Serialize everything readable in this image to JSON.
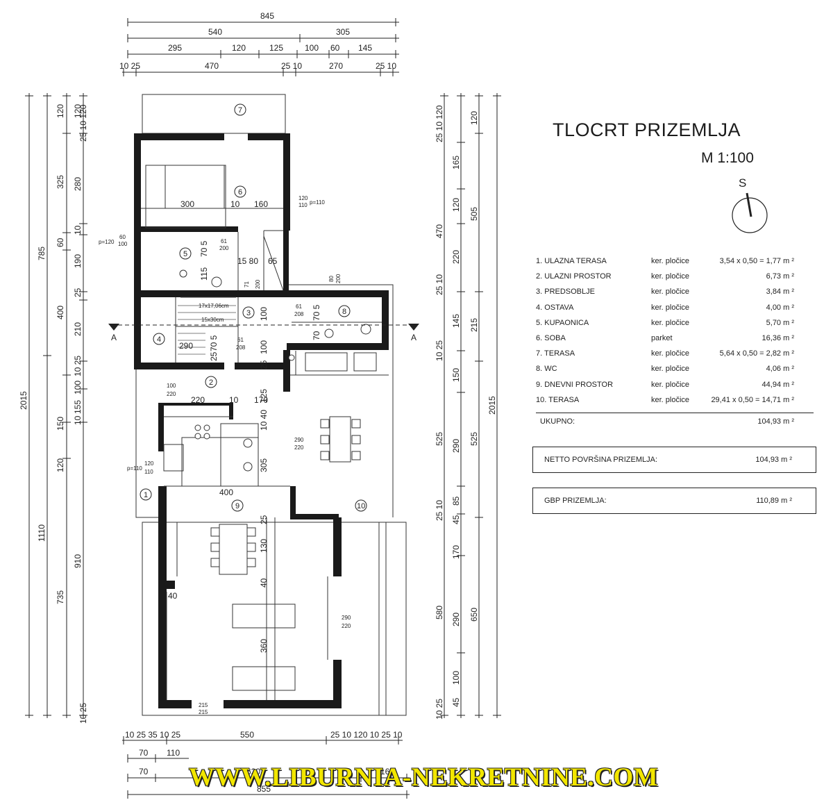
{
  "title": "TLOCRT PRIZEMLJA",
  "scale": "M 1:100",
  "north_label": "S",
  "section_label": "A",
  "rooms": [
    {
      "name": "1. ULAZNA TERASA",
      "material": "ker. pločice",
      "area": "3,54 x 0,50 = 1,77 m ²"
    },
    {
      "name": "2. ULAZNI PROSTOR",
      "material": "ker. pločice",
      "area": "6,73 m ²"
    },
    {
      "name": "3. PREDSOBLJE",
      "material": "ker. pločice",
      "area": "3,84 m ²"
    },
    {
      "name": "4. OSTAVA",
      "material": "ker. pločice",
      "area": "4,00 m ²"
    },
    {
      "name": "5. KUPAONICA",
      "material": "ker. pločice",
      "area": "5,70 m ²"
    },
    {
      "name": "6. SOBA",
      "material": "parket",
      "area": "16,36 m ²"
    },
    {
      "name": "7. TERASA",
      "material": "ker. pločice",
      "area": "5,64 x 0,50 = 2,82 m ²"
    },
    {
      "name": "8. WC",
      "material": "ker. pločice",
      "area": "4,06 m ²"
    },
    {
      "name": "9. DNEVNI PROSTOR",
      "material": "ker. pločice",
      "area": "44,94 m ²"
    },
    {
      "name": "10. TERASA",
      "material": "ker. pločice",
      "area": "29,41 x 0,50 = 14,71 m ²"
    }
  ],
  "total": {
    "label": "UKUPNO:",
    "value": "104,93 m ²"
  },
  "netto": {
    "label": "NETTO POVRŠINA PRIZEMLJA:",
    "value": "104,93 m ²"
  },
  "gbp": {
    "label": "GBP PRIZEMLJA:",
    "value": "110,89 m ²"
  },
  "room_numbers": [
    "1",
    "2",
    "3",
    "4",
    "5",
    "6",
    "7",
    "8",
    "9",
    "10"
  ],
  "dims_top": {
    "overall": "845",
    "row2": [
      "540",
      "305"
    ],
    "row3": [
      "295",
      "120",
      "125",
      "100",
      "60",
      "145"
    ],
    "row4": [
      "10 25",
      "470",
      "25 10",
      "270",
      "25 10"
    ]
  },
  "dims_bottom": {
    "row1": [
      "10 25 35 10 25",
      "550",
      "25 10 120 10 25 10"
    ],
    "row2": [
      "70",
      "110"
    ],
    "row3": [
      "70",
      "620",
      "165"
    ],
    "overall": "855"
  },
  "dims_left": {
    "overall": "2015",
    "col2": [
      "785",
      "1110"
    ],
    "col3": [
      "120",
      "325",
      "60",
      "400",
      "150",
      "120",
      "735"
    ],
    "col4": [
      "120",
      "280",
      "10",
      "190",
      "25",
      "210",
      "10 25",
      "100",
      "155",
      "10",
      "910"
    ],
    "col5": [
      "25 10 120",
      "10 25"
    ]
  },
  "dims_right": {
    "overall": "2015",
    "col1": [
      "25 10 120",
      "25 10",
      "10 25",
      "25 10",
      "10 25"
    ],
    "col2": [
      "165",
      "120",
      "220",
      "145",
      "150",
      "85",
      "45",
      "170",
      "290",
      "45",
      "100",
      "580",
      "290",
      "470",
      "525"
    ],
    "col3": [
      "120",
      "505",
      "215",
      "525",
      "650"
    ]
  },
  "interior_dims": [
    "300",
    "10",
    "160",
    "120",
    "110",
    "p=110",
    "60",
    "100",
    "p=120",
    "70 5",
    "61",
    "200",
    "15 80",
    "65",
    "115",
    "71",
    "200",
    "80",
    "200",
    "17x17,06cm",
    "15x30cm",
    "100",
    "61",
    "208",
    "70 5",
    "70",
    "290",
    "70 5",
    "61",
    "208",
    "100",
    "25",
    "25",
    "100",
    "220",
    "220",
    "10",
    "170",
    "10 40",
    "125",
    "120",
    "110",
    "p=110",
    "290",
    "220",
    "305",
    "400",
    "25",
    "130",
    "40",
    "40",
    "290",
    "220",
    "360",
    "215",
    "215"
  ],
  "watermark": "WWW.LIBURNIA-NEKRETNINE.COM"
}
